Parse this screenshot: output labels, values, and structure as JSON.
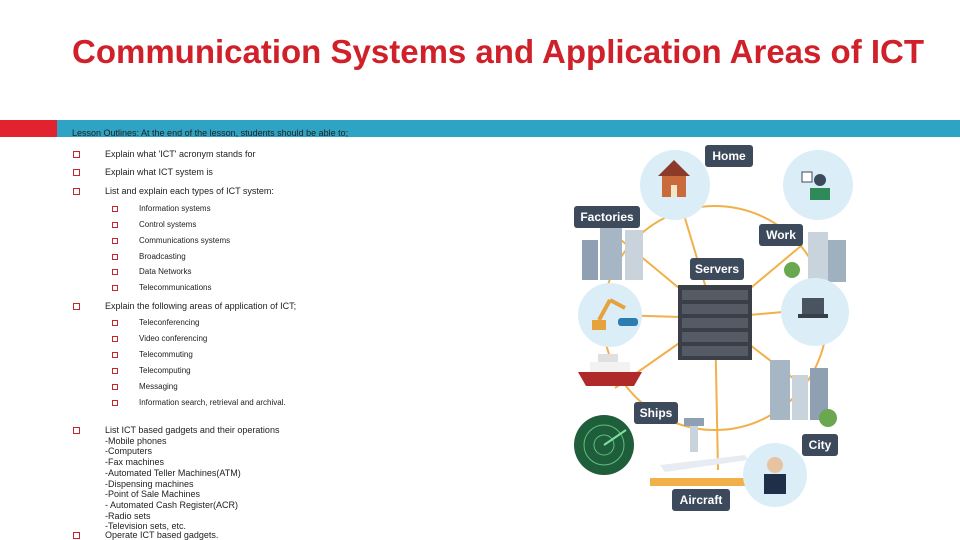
{
  "slide": {
    "title": "Communication Systems and Application Areas of ICT",
    "intro": "Lesson Outlines: At the end of the lesson, students should be able to;",
    "bullets": [
      "Explain what 'ICT' acronym stands for",
      "Explain what ICT system is",
      "List and explain each types of ICT system:",
      "Explain the following areas of application of ICT;",
      "List ICT based gadgets and their operations\n-Mobile phones\n-Computers\n-Fax machines\n-Automated Teller Machines(ATM)\n-Dispensing machines\n-Point of Sale Machines\n- Automated Cash Register(ACR)\n-Radio sets\n-Television sets, etc.",
      "Operate ICT based gadgets."
    ],
    "ict_systems": [
      "Information systems",
      "Control systems",
      "Communications systems",
      "Broadcasting",
      "Data Networks",
      "Telecommunications"
    ],
    "application_areas": [
      "Teleconferencing",
      "Video conferencing",
      "Telecommuting",
      "Telecomputing",
      "Messaging",
      "Information search, retrieval and archival."
    ]
  },
  "illustration": {
    "labels": {
      "home": "Home",
      "factories": "Factories",
      "work": "Work",
      "servers": "Servers",
      "ships": "Ships",
      "city": "City",
      "aircraft": "Aircraft"
    },
    "colors": {
      "label_bg": "#3d4a5c",
      "spoke": "#f2b04a",
      "server": "#3a3f47"
    }
  }
}
